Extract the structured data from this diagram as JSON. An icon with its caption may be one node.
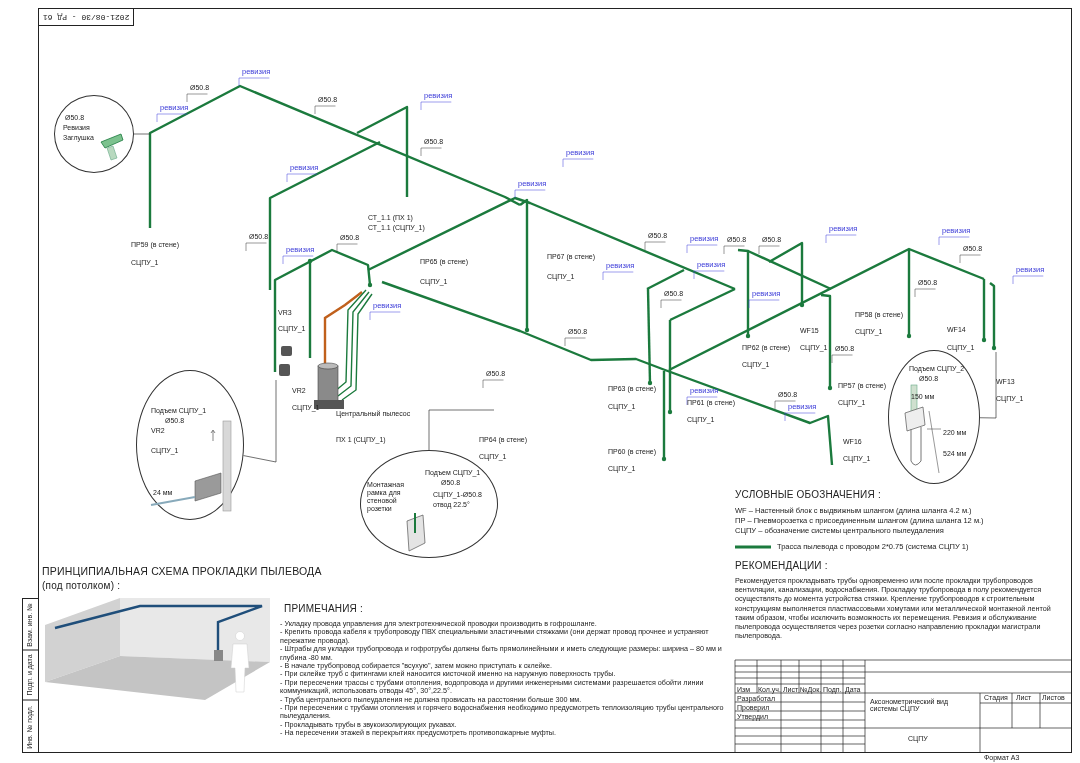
{
  "diagram": {
    "nodes": [
      {
        "text": [
          "Ø50.8",
          "Ревизия",
          "Заглушка"
        ]
      },
      {
        "text": [
          "Подъем СЦПУ_1",
          "Ø50.8",
          "VR2",
          "СЦПУ_1",
          "24 мм"
        ]
      },
      {
        "text": [
          "Подъем СЦПУ_1",
          "Ø50.8",
          "СЦПУ_1-Ø50.8",
          "отвод 22.5°",
          "Монтажная рамка для стеновой розетки"
        ]
      },
      {
        "text": [
          "Подъем СЦПУ_2",
          "Ø50.8",
          "150 мм",
          "220 мм",
          "524 мм"
        ]
      }
    ],
    "edges": [
      {
        "from": 0,
        "to": null,
        "arrow": "none"
      },
      {
        "from": 1,
        "to": null,
        "arrow": "none"
      },
      {
        "from": 2,
        "to": null,
        "arrow": "none"
      },
      {
        "from": 3,
        "to": null,
        "arrow": "none"
      }
    ],
    "labels": [
      "2021-08/30 - РД 61",
      "ревизия",
      "Ø50.8",
      "Ø50.8",
      "ревизия",
      "ревизия",
      "Ø50.8",
      "ревизия",
      "ревизия",
      "ревизия",
      "Ø50.8",
      "Ø50.8",
      "СТ_1.1 (ПХ 1)",
      "СТ_1.1 (СЦПУ_1)",
      "Ø50.8",
      "ревизия",
      "Ø50.8",
      "Ø50.8",
      "ревизия",
      "ревизия",
      "ПР59 (в стене)",
      "ревизия",
      "Ø50.8",
      "СЦПУ_1",
      "ПР65 (в стене)",
      "ПР67 (в стене)",
      "ревизия",
      "ревизия",
      "СЦПУ_1",
      "СЦПУ_1",
      "Ø50.8",
      "ревизия",
      "Ø50.8",
      "ревизия",
      "ревизия",
      "VR3",
      "ПР58 (в стене)",
      "СЦПУ_1",
      "Ø50.8",
      "WF15",
      "СЦПУ_1",
      "WF14",
      "ПР62 (в стене)",
      "СЦПУ_1",
      "Ø50.8",
      "СЦПУ_1",
      "СЦПУ_1",
      "Ø50.8",
      "VR2",
      "ПР63 (в стене)",
      "ревизия",
      "Ø50.8",
      "ПР57 (в стене)",
      "WF13",
      "СЦПУ_1",
      "СЦПУ_1",
      "ПР61 (в стене)",
      "ревизия",
      "СЦПУ_1",
      "СЦПУ_1",
      "Центральный пылесос",
      "СЦПУ_1",
      "ПХ 1 (СЦПУ_1)",
      "ПР64 (в стене)",
      "WF16",
      "ПР60 (в стене)",
      "СЦПУ_1",
      "СЦПУ_1",
      "СЦПУ_1",
      "ПРИНЦИПИАЛЬНАЯ СХЕМА ПРОКЛАДКИ ПЫЛЕВОДА",
      "(под потолком) :",
      "ПРИМЕЧАНИЯ :",
      "- Укладку провода управления для электротехнической проводки производить в гофрошланге.",
      "- Крепить провода кабеля к трубопроводу ПВХ специальными эластичными стяжками (они держат провод прочнее и устраняют пережатие провода).",
      "- Штрабы для укладки трубопровода и гофротрубы должны быть прямолинейными и иметь следующие размеры: ширина – 80 мм и глубина -80 мм.",
      "- В начале трубопровод собирается \"всухую\", затем можно приступать к склейке.",
      "- При склейке труб с фитингами клей наносится кисточкой именно на наружную поверхность трубы.",
      "- При пересечении трассы с трубами отопления, водопровода и другими инженерными системами разрешается обойти линии коммуникаций, использовать отводы 45°, 30°,22.5°.",
      "- Труба центрального пылеудаления не должна провисать на расстоянии больше 300 мм.",
      "- При пересечении с трубами отопления и горячего водоснабжения необходимо предусмотреть теплоизоляцию трубы центрального пылеудаления.",
      "- Прокладывать трубы в звукоизолирующих рукавах.",
      "- На пересечении этажей в перекрытиях предусмотреть противопожарные муфты.",
      "УСЛОВНЫЕ ОБОЗНАЧЕНИЯ :",
      "WF – Настенный блок с выдвижным шлангом (длина шланга 4.2 м.)",
      "ПР – Пневморозетка с присоединенным шлангом (длина шланга 12 м.)",
      "СЦПУ – обозначение системы центрального пылеудаления",
      "РЕКОМЕНДАЦИИ :",
      "Рекомендуется прокладывать трубы одновременно или после прокладки трубопроводов вентиляции, канализации, водоснабжения. Прокладку трубопровода в полу рекомендуется осуществлять до момента устройства стяжки. Крепление трубопроводов к строительным конструкциям выполняется пластмассовыми хомутами или металлической монтажной лентой таким образом, чтобы исключить возможность их перемещения. Ревизия и обслуживание пылепровода осуществляется через розетки согласно направлению прокладки магистрали пылепровода.",
      "Взам. инв. №",
      "Подп. и дата",
      "Инв. № подл.",
      "Изм",
      "Кол.уч.",
      "Лист",
      "№Док.",
      "Подп.",
      "Дата",
      "Разработал",
      "Проверил",
      "Утвердил",
      "Аксонометрический вид системы СЦПУ",
      "Стадия",
      "Лист",
      "Листов",
      "СЦПУ",
      "Формат А3"
    ],
    "legend": [
      {
        "text": "Трасса пылевода с проводом 2*0.75  (система СЦПУ 1)"
      }
    ]
  }
}
